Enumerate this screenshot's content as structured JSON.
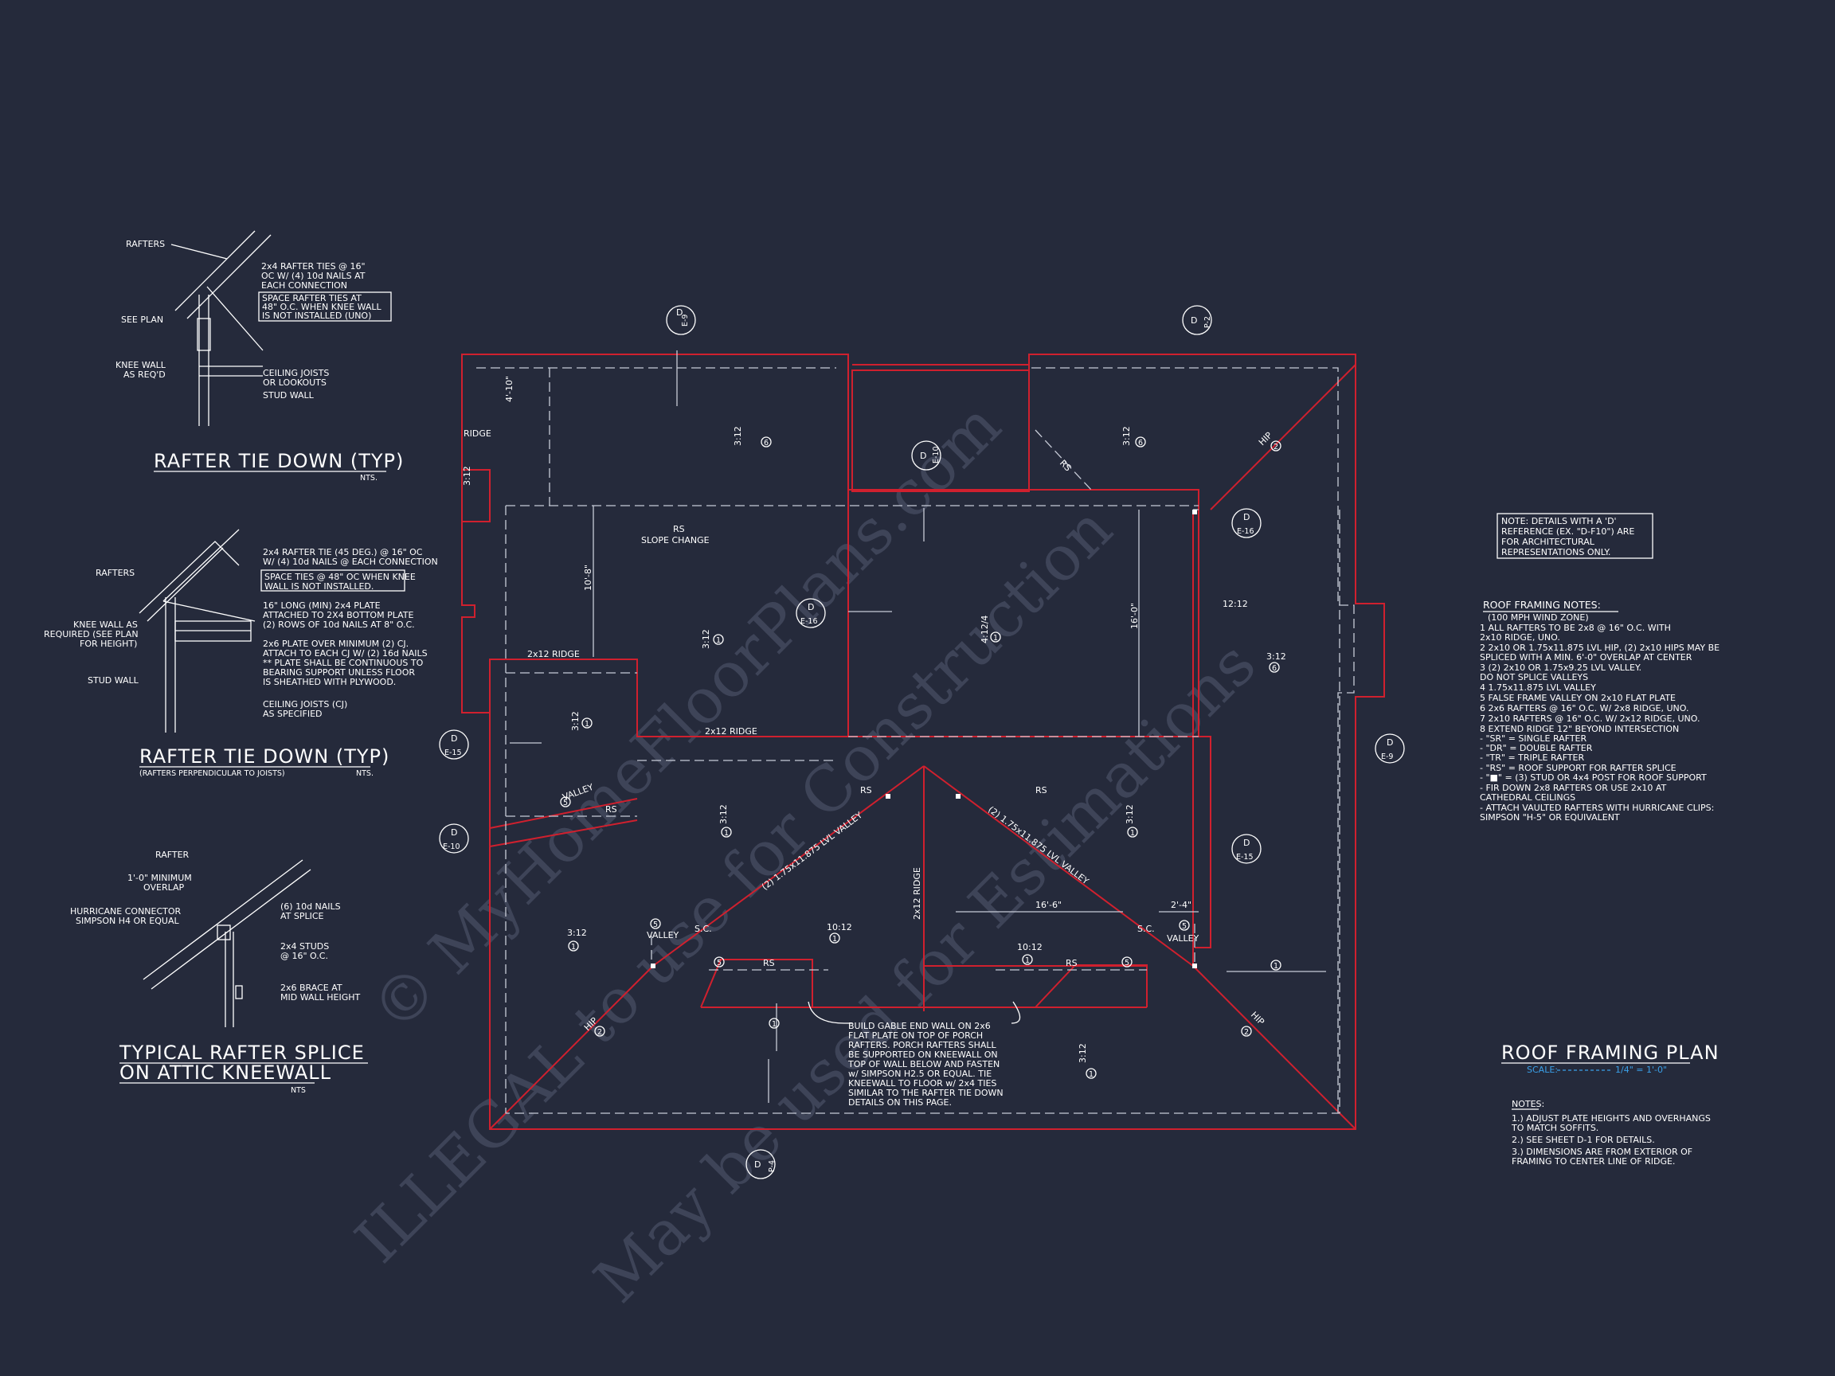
{
  "watermark": {
    "line1": "© MyHomeFloorPlans.com",
    "line2": "ILLEGAL to use for Construction",
    "line3": "May be used for Estimations"
  },
  "detail1": {
    "rafters": "RAFTERS",
    "ties1": "2x4 RAFTER TIES @ 16\"",
    "ties2": "OC W/ (4) 10d NAILS AT",
    "ties3": "EACH CONNECTION",
    "box1": "SPACE RAFTER TIES AT",
    "box2": "48\" O.C. WHEN KNEE WALL",
    "box3": "IS NOT INSTALLED (UNO)",
    "see_plan": "SEE PLAN",
    "knee1": "KNEE WALL",
    "knee2": "AS REQ'D",
    "ceil1": "CEILING JOISTS",
    "ceil2": "OR LOOKOUTS",
    "stud": "STUD WALL",
    "title": "RAFTER TIE DOWN (TYP)",
    "scale": "NTS."
  },
  "detail2": {
    "rafters": "RAFTERS",
    "ties1": "2x4 RAFTER TIE (45 DEG.) @ 16\" OC",
    "ties2": "W/ (4) 10d NAILS @ EACH CONNECTION",
    "box1": "SPACE TIES @ 48\" OC WHEN KNEE",
    "box2": "WALL IS NOT INSTALLED.",
    "p1": "16\" LONG (MIN) 2x4 PLATE",
    "p2": "ATTACHED TO 2X4 BOTTOM PLATE",
    "p3": "(2) ROWS OF 10d NAILS AT 8\" O.C.",
    "knee1": "KNEE WALL AS",
    "knee2": "REQUIRED (SEE PLAN",
    "knee3": "FOR HEIGHT)",
    "q1": "2x6 PLATE OVER MINIMUM (2) CJ.",
    "q2": "ATTACH TO EACH CJ W/ (2) 16d NAILS",
    "q3": "** PLATE SHALL BE CONTINUOUS TO",
    "q4": "BEARING SUPPORT UNLESS FLOOR",
    "q5": "IS SHEATHED WITH PLYWOOD.",
    "stud": "STUD WALL",
    "ceil1": "CEILING JOISTS (CJ)",
    "ceil2": "AS SPECIFIED",
    "title": "RAFTER TIE DOWN (TYP)",
    "subtitle": "(RAFTERS PERPENDICULAR TO JOISTS)",
    "scale": "NTS."
  },
  "detail3": {
    "rafter": "RAFTER",
    "min1": "1'-0\" MINIMUM",
    "min2": "OVERLAP",
    "hur1": "HURRICANE CONNECTOR",
    "hur2": "SIMPSON H4 OR EQUAL",
    "n1": "(6) 10d NAILS",
    "n2": "AT SPLICE",
    "s1": "2x4 STUDS",
    "s2": "@ 16\" O.C.",
    "b1": "2x6 BRACE AT",
    "b2": "MID WALL HEIGHT",
    "title1": "TYPICAL RAFTER SPLICE",
    "title2": "ON ATTIC KNEEWALL",
    "scale": "NTS"
  },
  "plan": {
    "ridge": "RIDGE",
    "rs": "RS",
    "slope_change": "SLOPE CHANGE",
    "ridge_2x12": "2x12 RIDGE",
    "ridge_2x12_v": "2x12 RIDGE",
    "valley": "VALLEY",
    "lvl_valley": "(2) 1.75x11.875 LVL VALLEY",
    "hip": "HIP",
    "sc": "S.C.",
    "pitch_312": "3:12",
    "pitch_412": "4:12/4",
    "pitch_1012": "10:12",
    "pitch_1212": "12:12",
    "dim_410": "4'-10\"",
    "dim_312": "3:12",
    "dim_108": "10'-8\"",
    "dim_160": "16'-0\"",
    "dim_166": "16'-6\"",
    "dim_24": "2'-4\"",
    "tags": [
      {
        "d": "D",
        "ref": "E-9"
      },
      {
        "d": "D",
        "ref": "P-2"
      },
      {
        "d": "D",
        "ref": "E-10"
      },
      {
        "d": "D",
        "ref": "E-16"
      },
      {
        "d": "D",
        "ref": "E-16"
      },
      {
        "d": "D",
        "ref": "E-15"
      },
      {
        "d": "D",
        "ref": "E-10"
      },
      {
        "d": "D",
        "ref": "E-9"
      },
      {
        "d": "D",
        "ref": "E-15"
      },
      {
        "d": "D",
        "ref": "P-4"
      }
    ],
    "circles": [
      "1",
      "2",
      "5",
      "6",
      "1"
    ],
    "note1": "BUILD GABLE END WALL ON 2x6",
    "note2": "FLAT PLATE ON TOP OF PORCH",
    "note3": "RAFTERS. PORCH RAFTERS SHALL",
    "note4": "BE SUPPORTED ON KNEEWALL ON",
    "note5": "TOP OF WALL BELOW AND FASTEN",
    "note6": "w/ SIMPSON H2.5 OR EQUAL. TIE",
    "note7": "KNEEWALL TO FLOOR w/ 2x4 TIES",
    "note8": "SIMILAR TO THE RAFTER TIE DOWN",
    "note9": "DETAILS ON THIS PAGE."
  },
  "note_box": {
    "l1": "NOTE: DETAILS WITH A 'D'",
    "l2": "REFERENCE (EX. \"D-F10\") ARE",
    "l3": "FOR ARCHITECTURAL",
    "l4": "REPRESENTATIONS ONLY."
  },
  "roof_notes": {
    "title": "ROOF FRAMING NOTES:",
    "sub": "(100 MPH WIND ZONE)",
    "lines": [
      "1  ALL RAFTERS TO BE 2x8 @ 16\" O.C. WITH",
      "    2x10 RIDGE, UNO.",
      "2  2x10 OR 1.75x11.875 LVL HIP, (2) 2x10 HIPS MAY BE",
      "    SPLICED WITH A MIN. 6'-0\" OVERLAP AT CENTER",
      "3  (2) 2x10 OR 1.75x9.25 LVL VALLEY.",
      "    DO NOT SPLICE VALLEYS",
      "4  1.75x11.875 LVL VALLEY",
      "5  FALSE FRAME VALLEY ON 2x10 FLAT PLATE",
      "6  2x6 RAFTERS @ 16\" O.C. W/ 2x8 RIDGE, UNO.",
      "7  2x10 RAFTERS @ 16\" O.C. W/ 2x12 RIDGE, UNO.",
      "8  EXTEND RIDGE 12\" BEYOND INTERSECTION",
      "-  \"SR\" = SINGLE RAFTER",
      "-  \"DR\" = DOUBLE RAFTER",
      "-  \"TR\" = TRIPLE RAFTER",
      "-  \"RS\" = ROOF SUPPORT FOR RAFTER SPLICE",
      "-  \"■\" = (3) STUD OR 4x4 POST FOR ROOF SUPPORT",
      "-  FIR DOWN 2x8 RAFTERS OR USE 2x10 AT",
      "    CATHEDRAL CEILINGS",
      "-  ATTACH VAULTED RAFTERS WITH HURRICANE CLIPS:",
      "    SIMPSON \"H-5\" OR EQUIVALENT"
    ]
  },
  "title_block": {
    "title": "ROOF FRAMING PLAN",
    "scale_label": "SCALE:",
    "scale_value": "1/4\" = 1'-0\""
  },
  "notes": {
    "title": "NOTES:",
    "lines": [
      "1.)  ADJUST PLATE HEIGHTS AND OVERHANGS",
      "      TO MATCH SOFFITS.",
      "2.)  SEE SHEET D-1 FOR DETAILS.",
      "3.)  DIMENSIONS ARE FROM EXTERIOR OF",
      "      FRAMING TO CENTER LINE OF RIDGE."
    ]
  },
  "colors": {
    "background": "#252a3b",
    "red": "#d0202e",
    "line": "#ffffff",
    "accent": "#3aa0e8"
  }
}
